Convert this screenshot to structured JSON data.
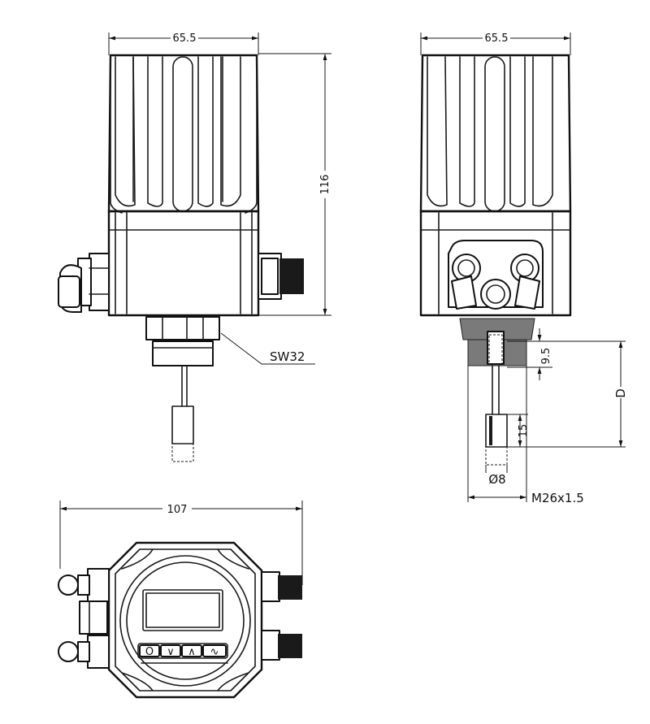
{
  "dimensions": {
    "front_width": "65.5",
    "side_width": "65.5",
    "height": "116",
    "wrench_size": "SW32",
    "insertion_length": "9.5",
    "probe_length": "15",
    "probe_diameter": "Ø8",
    "thread": "M26x1.5",
    "depth": "D",
    "bottom_width": "107"
  },
  "display_buttons": [
    "O",
    "∨",
    "∧",
    "∿"
  ]
}
